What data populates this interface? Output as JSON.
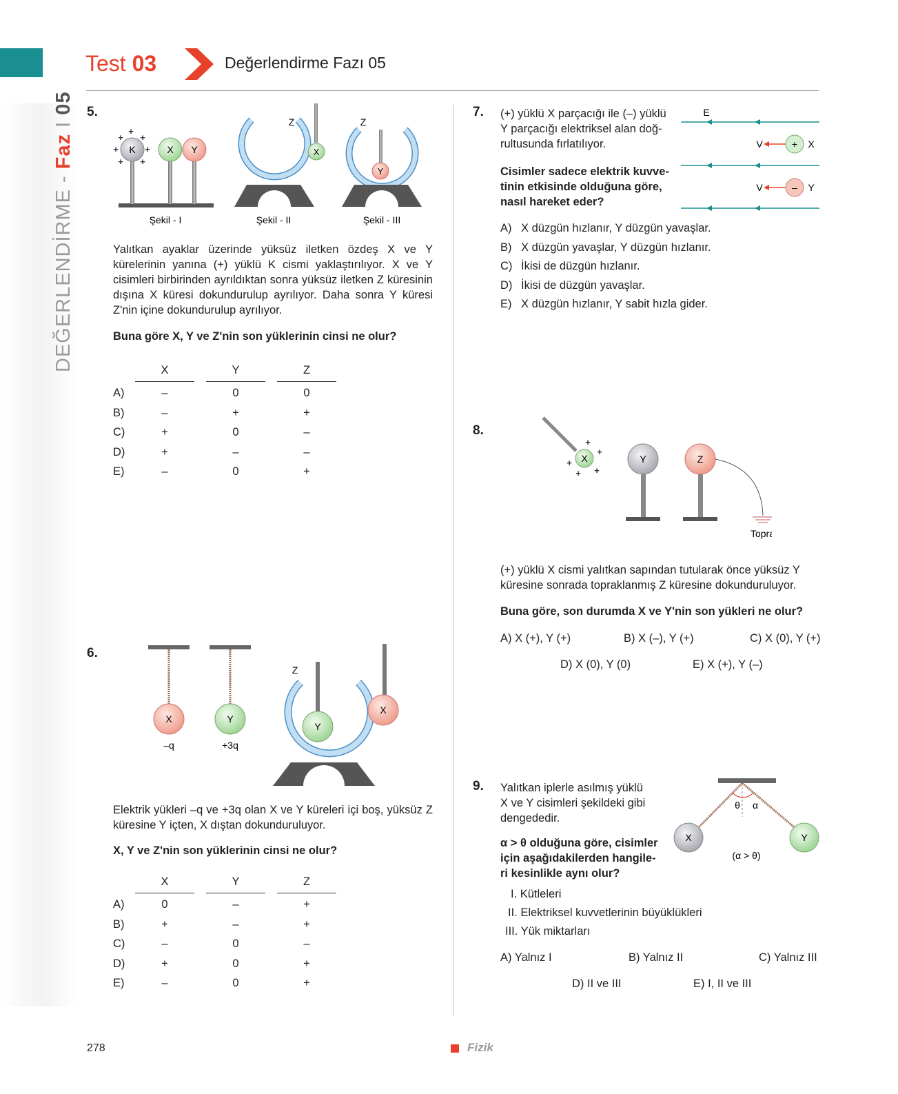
{
  "header": {
    "test_word": "Test",
    "test_number": "03",
    "title": "Değerlendirme Fazı 05"
  },
  "side": {
    "prefix": "DEĞERLENDİRME - ",
    "faz": "Faz",
    "sep": " I ",
    "number": "05"
  },
  "colors": {
    "accent": "#e8412b",
    "teal": "#1a8f91"
  },
  "q5": {
    "number": "5.",
    "figures": {
      "s1": "Şekil - I",
      "s2": "Şekil - II",
      "s3": "Şekil - III",
      "k": "K",
      "x": "X",
      "y": "Y",
      "z": "Z"
    },
    "text": "Yalıtkan ayaklar üzerinde yüksüz iletken özdeş X ve Y kürelerinin yanına (+) yüklü K cismi yaklaştırılıyor. X ve Y cisimleri birbirinden ayrıldıktan sonra yüksüz iletken Z küresinin dışına X küresi dokundurulup ayrılıyor. Daha sonra Y küresi Z'nin içine dokundurulup ayrılıyor.",
    "question": "Buna göre X, Y ve Z'nin son yüklerinin cinsi ne olur?",
    "headers": [
      "X",
      "Y",
      "Z"
    ],
    "rows": [
      {
        "label": "A)",
        "v": [
          "–",
          "0",
          "0"
        ]
      },
      {
        "label": "B)",
        "v": [
          "–",
          "+",
          "+"
        ]
      },
      {
        "label": "C)",
        "v": [
          "+",
          "0",
          "–"
        ]
      },
      {
        "label": "D)",
        "v": [
          "+",
          "–",
          "–"
        ]
      },
      {
        "label": "E)",
        "v": [
          "–",
          "0",
          "+"
        ]
      }
    ]
  },
  "q6": {
    "number": "6.",
    "figures": {
      "x": "X",
      "y": "Y",
      "z": "Z",
      "xq": "–q",
      "yq": "+3q"
    },
    "text": "Elektrik yükleri –q ve +3q olan X ve Y küreleri içi boş, yüksüz Z küresine Y içten, X dıştan dokunduruluyor.",
    "question": "X, Y ve Z'nin son yüklerinin cinsi ne olur?",
    "headers": [
      "X",
      "Y",
      "Z"
    ],
    "rows": [
      {
        "label": "A)",
        "v": [
          "0",
          "–",
          "+"
        ]
      },
      {
        "label": "B)",
        "v": [
          "+",
          "–",
          "+"
        ]
      },
      {
        "label": "C)",
        "v": [
          "–",
          "0",
          "–"
        ]
      },
      {
        "label": "D)",
        "v": [
          "+",
          "0",
          "+"
        ]
      },
      {
        "label": "E)",
        "v": [
          "–",
          "0",
          "+"
        ]
      }
    ]
  },
  "q7": {
    "number": "7.",
    "text_lines": [
      "(+) yüklü X parçacığı ile (–) yüklü",
      "Y parçacığı elektriksel alan doğ-",
      "rultusunda fırlatılıyor."
    ],
    "question_lines": [
      "Cisimler sadece elektrik kuvve-",
      "tinin etkisinde olduğuna göre,",
      "nasıl hareket eder?"
    ],
    "figure": {
      "e": "E",
      "v1": "V",
      "v2": "V",
      "plus": "+",
      "minus": "–",
      "x": "X",
      "y": "Y"
    },
    "options": [
      {
        "label": "A)",
        "text": "X düzgün hızlanır, Y düzgün yavaşlar."
      },
      {
        "label": "B)",
        "text": "X düzgün yavaşlar, Y düzgün hızlanır."
      },
      {
        "label": "C)",
        "text": "İkisi de düzgün hızlanır."
      },
      {
        "label": "D)",
        "text": "İkisi de düzgün yavaşlar."
      },
      {
        "label": "E)",
        "text": "X düzgün hızlanır, Y sabit hızla gider."
      }
    ]
  },
  "q8": {
    "number": "8.",
    "figure": {
      "x": "X",
      "y": "Y",
      "z": "Z",
      "ground": "Toprak"
    },
    "text": "(+) yüklü X cismi yalıtkan sapından tutularak önce yüksüz Y küresine sonrada topraklanmış Z küresine dokunduruluyor.",
    "question": "Buna göre, son durumda X ve Y'nin son yükleri ne olur?",
    "options": [
      "A) X (+), Y (+)",
      "B) X (–), Y (+)",
      "C) X (0), Y (+)",
      "D) X (0), Y (0)",
      "E) X (+), Y (–)"
    ]
  },
  "q9": {
    "number": "9.",
    "text_lines": [
      "Yalıtkan iplerle asılmış yüklü",
      "X ve Y cisimleri şekildeki gibi",
      "dengededir."
    ],
    "question_lines": [
      "α > θ olduğuna göre, cisimler",
      "için aşağıdakilerden hangile-",
      "ri kesinlikle aynı olur?"
    ],
    "figure": {
      "x": "X",
      "y": "Y",
      "theta": "θ",
      "alpha": "α",
      "cond": "(α > θ)"
    },
    "items": [
      "I. Kütleleri",
      "II. Elektriksel kuvvetlerinin büyüklükleri",
      "III. Yük miktarları"
    ],
    "options": [
      "A) Yalnız I",
      "B) Yalnız II",
      "C) Yalnız III",
      "D) II ve III",
      "E) I, II ve III"
    ]
  },
  "footer": {
    "page": "278",
    "subject": "Fizik"
  }
}
